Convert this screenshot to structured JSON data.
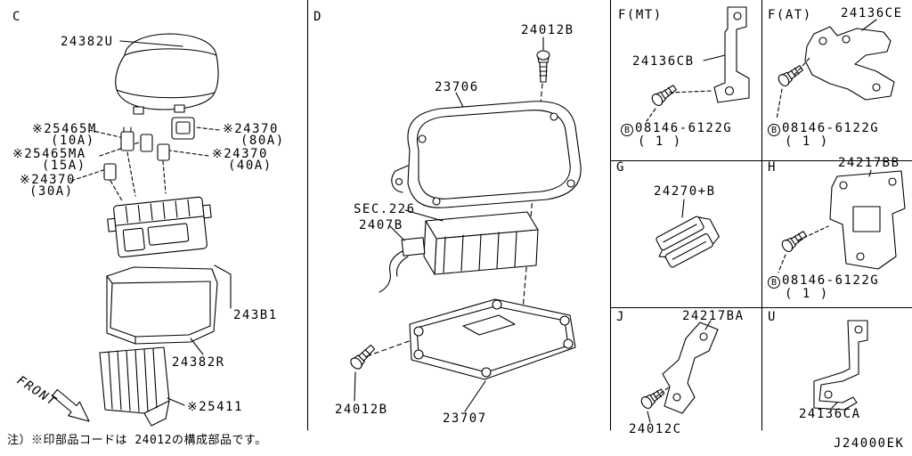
{
  "page": {
    "footer_note": "注）※印部品コードは 24012の構成部品です。",
    "drawing_code": "J24000EK",
    "ink_color": "#000000",
    "background_color": "#ffffff"
  },
  "section_c": {
    "label": "C",
    "front_marker": "FRONT",
    "parts": {
      "upper_cover": "24382U",
      "fuse_10a": "※25465M",
      "fuse_10a_rating": "(10A)",
      "fuse_15a": "※25465MA",
      "fuse_15a_rating": "(15A)",
      "fuse_30a": "※24370",
      "fuse_30a_rating": "(30A)",
      "fuse_80a": "※24370",
      "fuse_80a_rating": "(80A)",
      "fuse_40a": "※24370",
      "fuse_40a_rating": "(40A)",
      "fuse_block": "243B1",
      "lower_cover": "24382R",
      "protector": "※25411"
    }
  },
  "section_d": {
    "label": "D",
    "parts": {
      "bolt_top": "24012B",
      "cover": "23706",
      "sec_reference": "SEC.226",
      "control_unit": "2407B",
      "bolt_bottom": "24012B",
      "bracket": "23707"
    }
  },
  "section_f_mt": {
    "label": "F(MT)",
    "parts": {
      "bracket": "24136CB",
      "bolt_marker": "B",
      "bolt": "08146-6122G",
      "bolt_qty": "( 1 )"
    }
  },
  "section_f_at": {
    "label": "F(AT)",
    "parts": {
      "bracket": "24136CE",
      "bolt_marker": "B",
      "bolt": "08146-6122G",
      "bolt_qty": "( 1 )"
    }
  },
  "section_g": {
    "label": "G",
    "parts": {
      "clamp": "24270+B"
    }
  },
  "section_h": {
    "label": "H",
    "parts": {
      "bracket": "24217BB",
      "bolt_marker": "B",
      "bolt": "08146-6122G",
      "bolt_qty": "( 1 )"
    }
  },
  "section_j": {
    "label": "J",
    "parts": {
      "bracket": "24217BA",
      "bolt": "24012C"
    }
  },
  "section_u": {
    "label": "U",
    "parts": {
      "bracket": "24136CA"
    }
  }
}
